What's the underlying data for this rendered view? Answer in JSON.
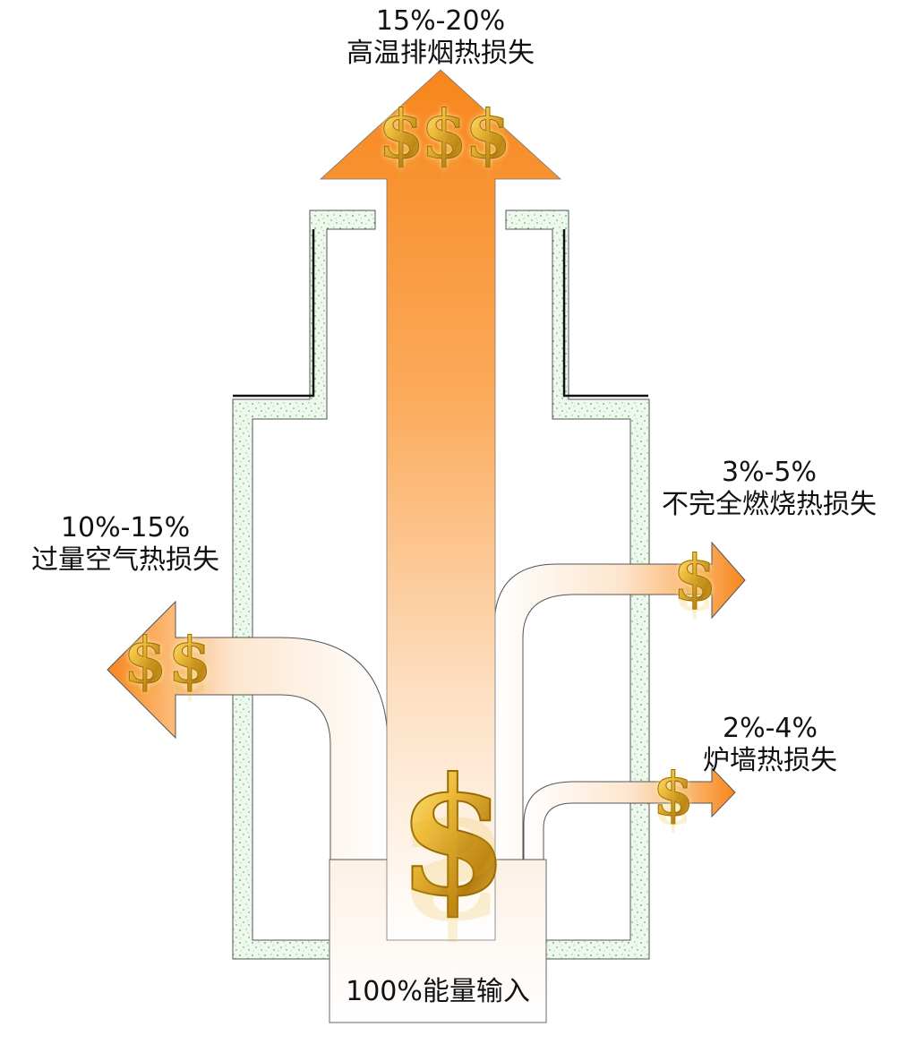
{
  "diagram": {
    "input": {
      "label": "100%能量输入"
    },
    "flue_gas": {
      "pct": "15%-20%",
      "label": "高温排烟热损失"
    },
    "excess_air": {
      "pct": "10%-15%",
      "label": "过量空气热损失"
    },
    "incomplete": {
      "pct": "3%-5%",
      "label": "不完全燃烧热损失"
    },
    "wall": {
      "pct": "2%-4%",
      "label": "炉墙热损失"
    },
    "symbols": {
      "currency": "$"
    },
    "colors": {
      "arrow": "#f7861c",
      "arrow_light": "#fde3c8",
      "wall_fill": "#e9f7e9",
      "wall_dots": "#3fae3f",
      "gold": "#e6b422"
    }
  }
}
